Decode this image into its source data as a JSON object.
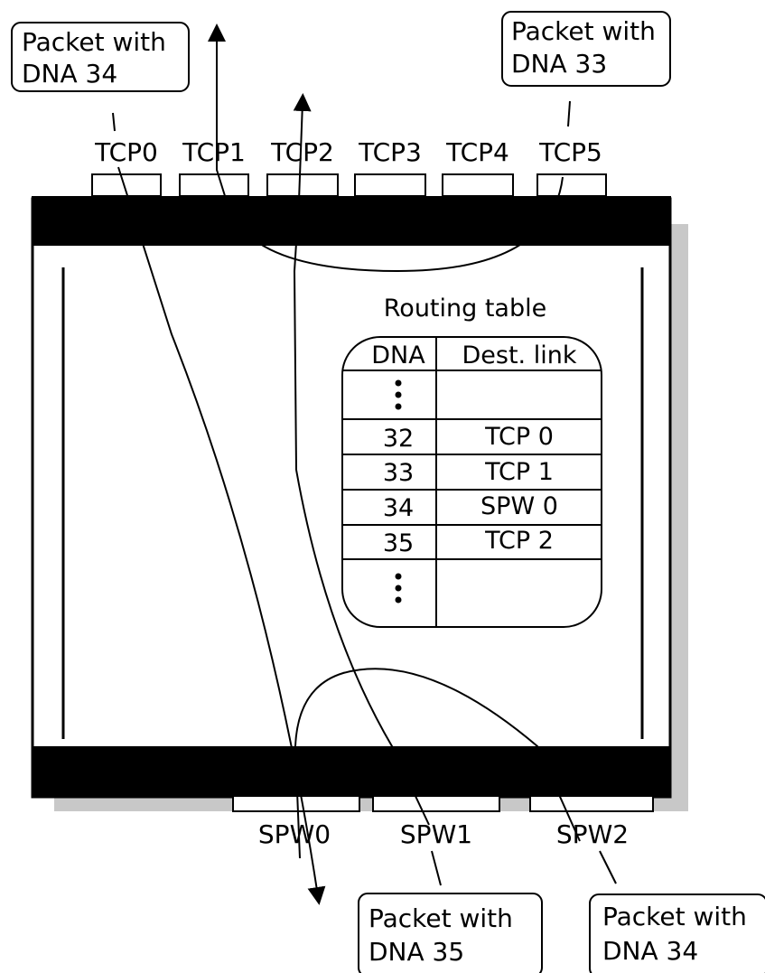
{
  "packets": {
    "top_left": {
      "line1": "Packet with",
      "line2": "DNA 34"
    },
    "top_right": {
      "line1": "Packet with",
      "line2": "DNA 33"
    },
    "bottom_mid": {
      "line1": "Packet with",
      "line2": "DNA 35"
    },
    "bottom_right": {
      "line1": "Packet with",
      "line2": "DNA 34"
    }
  },
  "top_ports": [
    "TCP0",
    "TCP1",
    "TCP2",
    "TCP3",
    "TCP4",
    "TCP5"
  ],
  "bottom_ports": [
    "SPW0",
    "SPW1",
    "SPW2"
  ],
  "routing_table": {
    "title": "Routing table",
    "headers": [
      "DNA",
      "Dest. link"
    ],
    "rows": [
      {
        "dna": "32",
        "dest": "TCP 0"
      },
      {
        "dna": "33",
        "dest": "TCP 1"
      },
      {
        "dna": "34",
        "dest": "SPW 0"
      },
      {
        "dna": "35",
        "dest": "TCP 2"
      }
    ]
  },
  "colors": {
    "body": "#000000",
    "shadow": "#c8c8c8",
    "background": "#ffffff"
  }
}
